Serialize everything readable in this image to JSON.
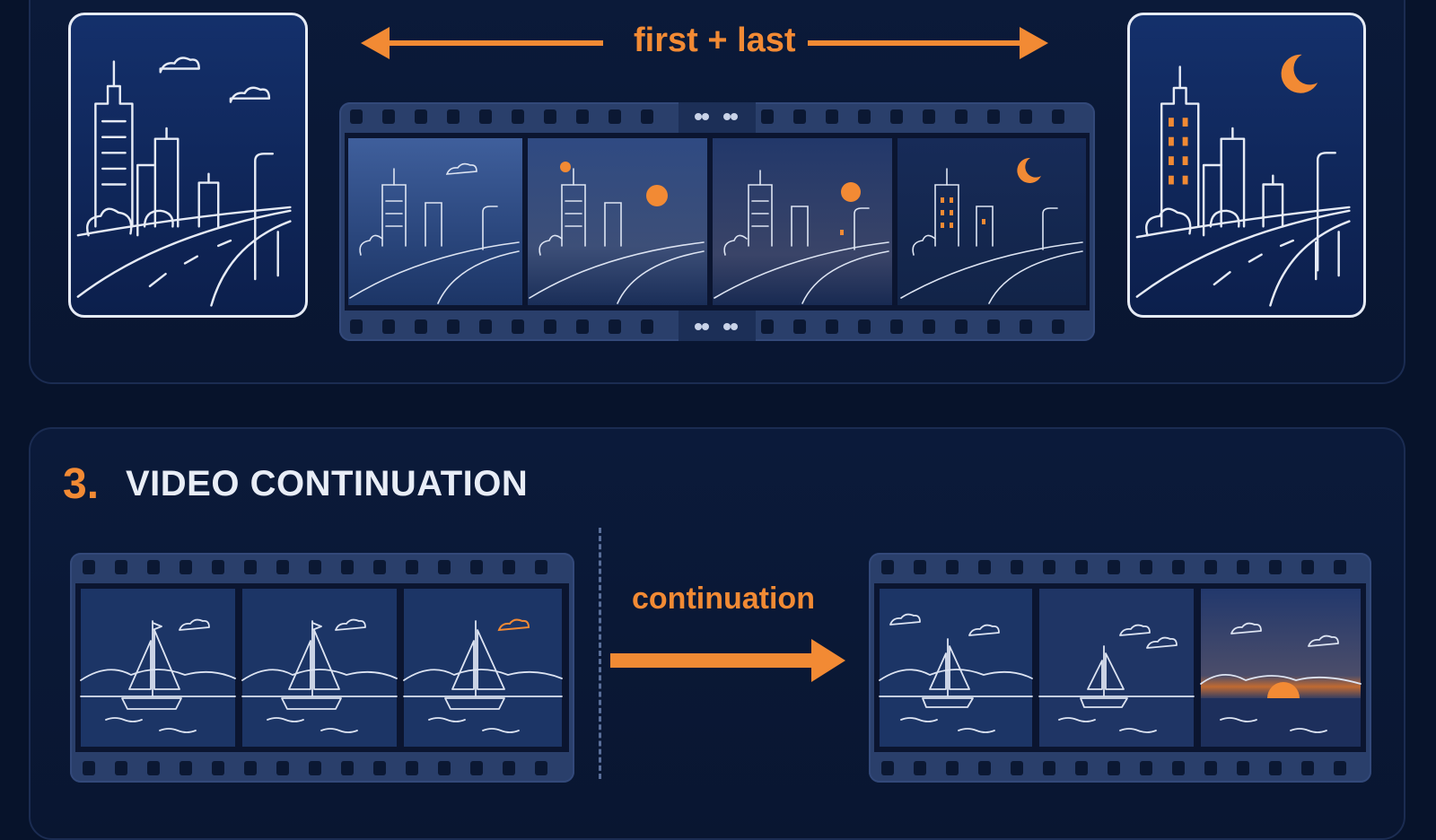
{
  "top_section": {
    "label": "first + last",
    "first_frame_icon": "city-road-day-icon",
    "last_frame_icon": "city-road-night-moon-icon",
    "filmstrip_frames": [
      "city-day-frame",
      "city-sunset-frame",
      "city-dusk-frame",
      "city-night-moon-frame"
    ]
  },
  "bottom_section": {
    "number": "3.",
    "title": "VIDEO CONTINUATION",
    "arrow_label": "continuation",
    "input_frames": [
      "sailboat-frame-1",
      "sailboat-frame-2",
      "sailboat-frame-3"
    ],
    "output_frames": [
      "sailboat-frame-4",
      "sailboat-frame-5",
      "sunset-sea-frame"
    ]
  },
  "colors": {
    "accent": "#f28a34",
    "background": "#07132b",
    "panel": "#0b1a3a",
    "film": "#2a3f6b",
    "line": "#e6ebf5"
  }
}
